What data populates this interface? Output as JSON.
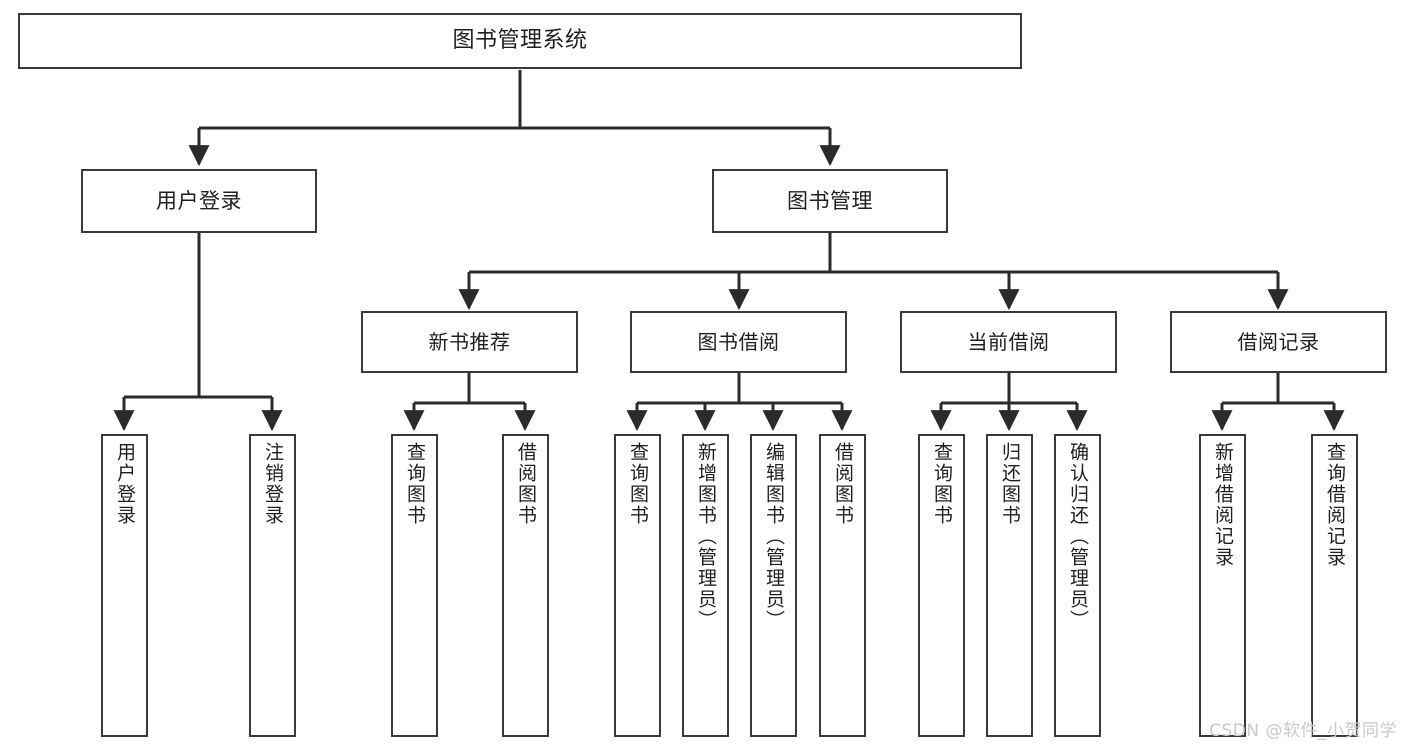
{
  "diagram": {
    "title": "图书管理系统",
    "type": "tree-hierarchy",
    "watermark": "CSDN @软件_小贺同学",
    "colors": {
      "box_border": "#3a3a3a",
      "box_fill": "#ffffff",
      "connector": "#2b2b2b",
      "text": "#1f1f1f",
      "watermark": "#c9c9c9",
      "background": "#ffffff"
    },
    "root": {
      "label": "图书管理系统"
    },
    "level1": [
      {
        "label": "用户登录"
      },
      {
        "label": "图书管理"
      }
    ],
    "level2": [
      {
        "label": "新书推荐"
      },
      {
        "label": "图书借阅"
      },
      {
        "label": "当前借阅"
      },
      {
        "label": "借阅记录"
      }
    ],
    "leaves": {
      "user_login": [
        {
          "label": "用户登录"
        },
        {
          "label": "注销登录"
        }
      ],
      "new_book_recommend": [
        {
          "label": "查询图书"
        },
        {
          "label": "借阅图书"
        }
      ],
      "book_borrow": [
        {
          "label": "查询图书"
        },
        {
          "label": "新增图书（管理员）"
        },
        {
          "label": "编辑图书（管理员）"
        },
        {
          "label": "借阅图书"
        }
      ],
      "current_borrow": [
        {
          "label": "查询图书"
        },
        {
          "label": "归还图书"
        },
        {
          "label": "确认归还（管理员）"
        }
      ],
      "borrow_record": [
        {
          "label": "新增借阅记录"
        },
        {
          "label": "查询借阅记录"
        }
      ]
    }
  }
}
